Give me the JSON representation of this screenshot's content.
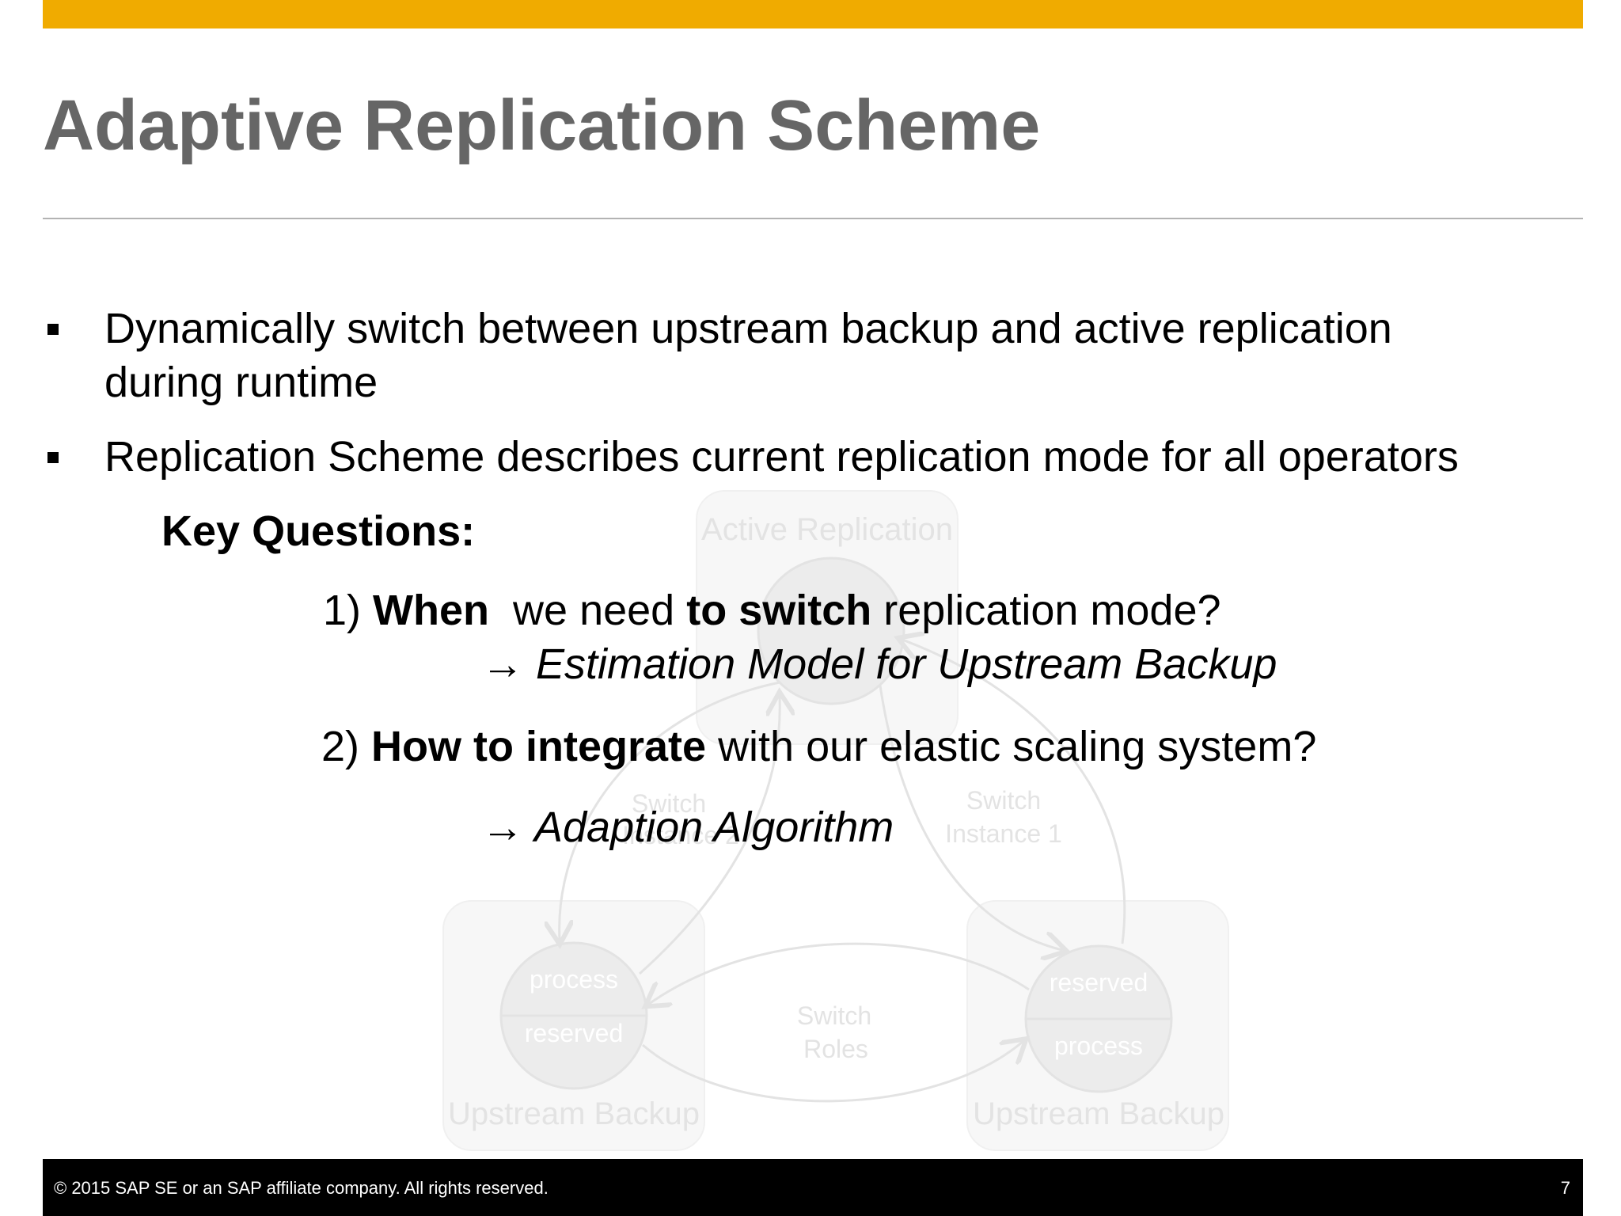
{
  "slide": {
    "title": "Adaptive Replication Scheme",
    "bullets": [
      {
        "line1": "Dynamically switch between upstream backup and active replication",
        "line2": "during runtime"
      },
      {
        "line1": "Replication Scheme describes current replication mode for all operators"
      }
    ],
    "key_questions_label": "Key Questions:",
    "questions": [
      {
        "number": "1)",
        "bold1": "When",
        "mid": "we need",
        "bold2": "to switch",
        "rest": "replication mode?",
        "arrow": "→",
        "answer": "Estimation Model for Upstream Backup"
      },
      {
        "number": "2)",
        "bold1": "How to integrate",
        "rest": "with our elastic scaling system?",
        "arrow": "→",
        "answer": "Adaption Algorithm"
      }
    ]
  },
  "diagram": {
    "active_label": "Active Replication",
    "left_box_label": "Upstream Backup",
    "right_box_label": "Upstream Backup",
    "left_circle_top": "process",
    "left_circle_bottom": "reserved",
    "right_circle_top": "reserved",
    "right_circle_bottom": "process",
    "switch_instance_2_line1": "Switch",
    "switch_instance_2_line2": "Instance 2",
    "switch_instance_1_line1": "Switch",
    "switch_instance_1_line2": "Instance 1",
    "switch_roles_line1": "Switch",
    "switch_roles_line2": "Roles"
  },
  "footer": {
    "copyright": "© 2015 SAP SE or an SAP affiliate company. All rights reserved.",
    "page_number": "7"
  },
  "colors": {
    "accent": "#f0ab00",
    "title": "#666666",
    "footer_bg": "#000000",
    "diagram": "#e6e6e6"
  }
}
